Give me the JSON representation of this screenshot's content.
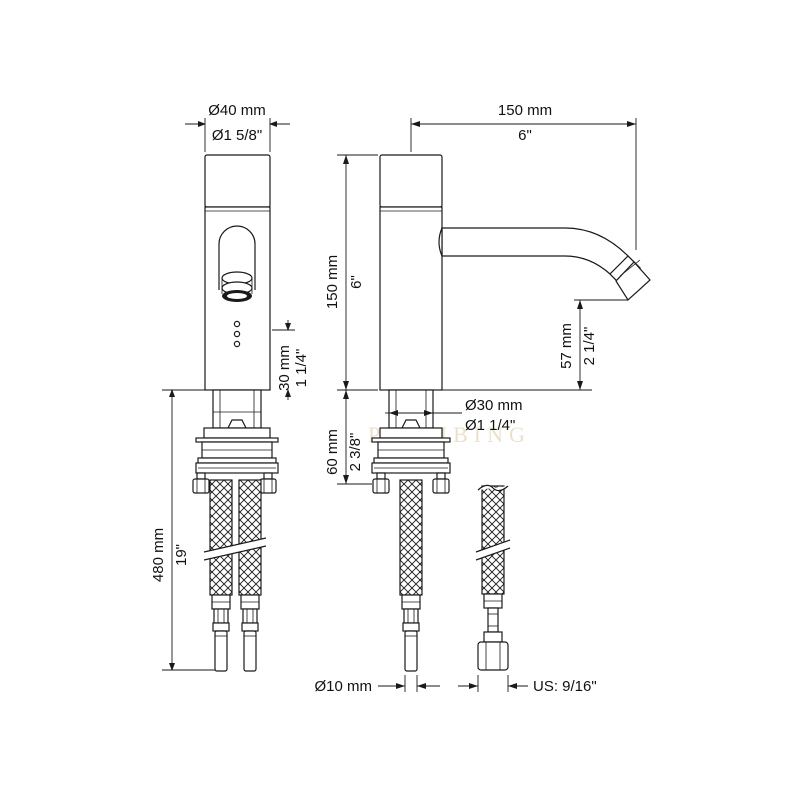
{
  "labels": {
    "body_diameter_mm": "Ø40 mm",
    "body_diameter_in": "Ø1 5/8\"",
    "reach_mm": "150 mm",
    "reach_in": "6\"",
    "height_mm": "150 mm",
    "height_in": "6\"",
    "sensor_mm": "30 mm",
    "sensor_in": "1 1/4\"",
    "spout_height_mm": "57 mm",
    "spout_height_in": "2 1/4\"",
    "shank_diameter_mm": "Ø30 mm",
    "shank_diameter_in": "Ø1 1/4\"",
    "shank_length_mm": "60 mm",
    "shank_length_in": "2 3/8\"",
    "hose_length_mm": "480 mm",
    "hose_length_in": "19\"",
    "hose_diameter_mm": "Ø10 mm",
    "hose_connector_us": "US: 9/16\""
  },
  "colors": {
    "line": "#1a1a1a",
    "watermark": "#d9c9a0"
  }
}
